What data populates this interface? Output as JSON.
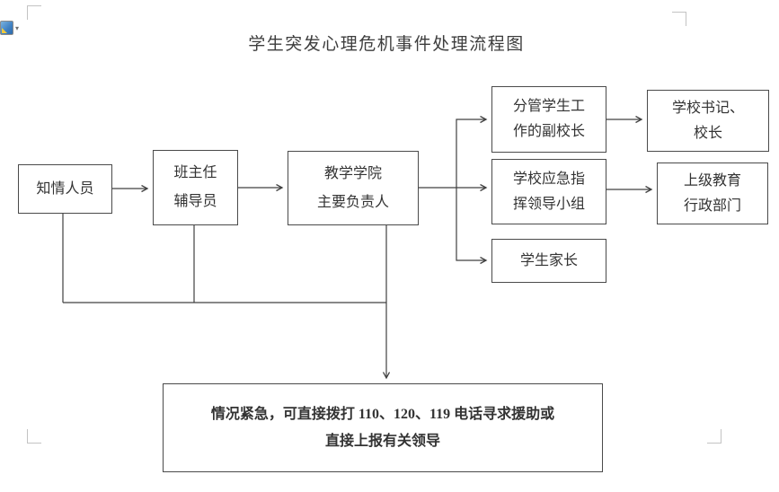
{
  "page": {
    "title": "学生突发心理危机事件处理流程图"
  },
  "nodes": {
    "informed": {
      "line1": "知情人员"
    },
    "head_teacher": {
      "line1": "班主任",
      "line2": "辅导员"
    },
    "college": {
      "line1": "教学学院",
      "line2": "主要负责人"
    },
    "vice_president": {
      "line1": "分管学生工",
      "line2": "作的副校长"
    },
    "secretary": {
      "line1": "学校书记、",
      "line2": "校长"
    },
    "emergency_group": {
      "line1": "学校应急指",
      "line2": "挥领导小组"
    },
    "education_dept": {
      "line1": "上级教育",
      "line2": "行政部门"
    },
    "parents": {
      "line1": "学生家长"
    },
    "emergency_note": {
      "line1": "情况紧急，可直接拨打 110、120、119 电话寻求援助或",
      "line2": "直接上报有关领导"
    }
  },
  "icons": {
    "smart_tag": "paste-options-brush",
    "dropdown": "▾"
  },
  "colors": {
    "connector_line": "#404040",
    "box_border": "#4a4a4a",
    "text": "#333333",
    "crop_mark": "#c3c3c3"
  }
}
